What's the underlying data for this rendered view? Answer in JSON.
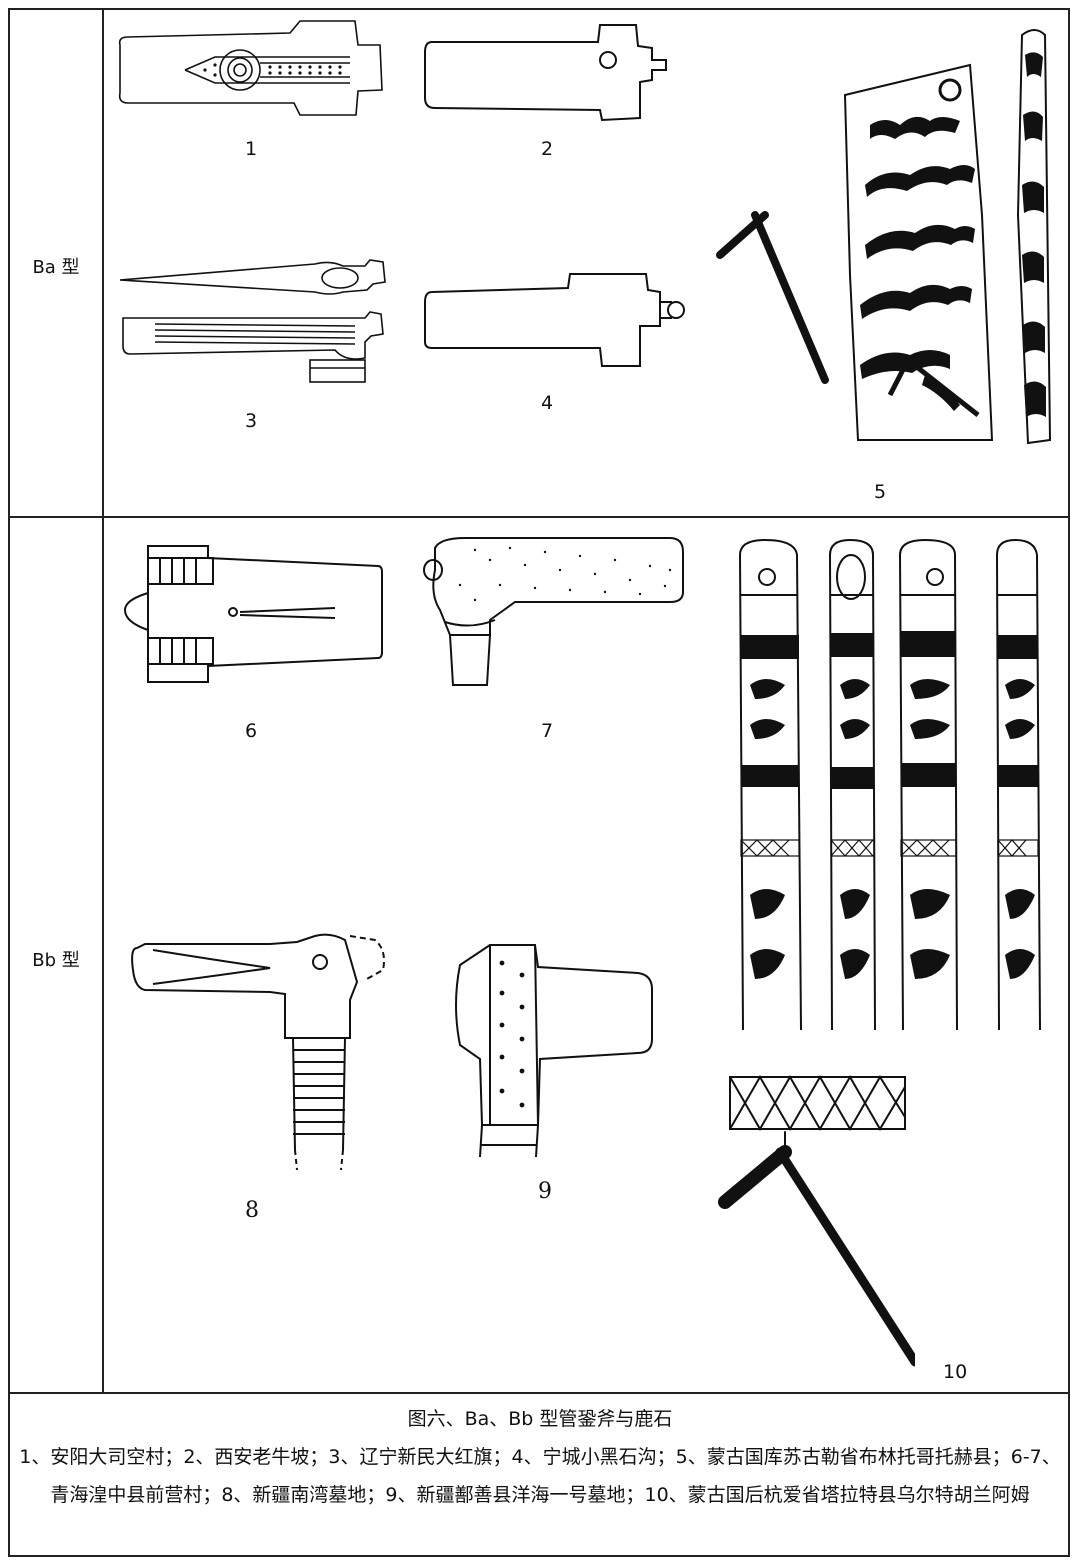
{
  "rows": {
    "ba_label": "Ba 型",
    "bb_label": "Bb 型"
  },
  "figure_numbers": {
    "n1": "1",
    "n2": "2",
    "n3": "3",
    "n4": "4",
    "n5": "5",
    "n6": "6",
    "n7": "7",
    "n8": "8",
    "n9": "9",
    "n10": "10"
  },
  "caption": {
    "title": "图六、Ba、Bb 型管銎斧与鹿石",
    "text": "1、安阳大司空村；2、西安老牛坡；3、辽宁新民大红旗；4、宁城小黑石沟；5、蒙古国库苏古勒省布林托哥托赫县；6-7、青海湟中县前营村；8、新疆南湾墓地；9、新疆鄯善县洋海一号墓地；10、蒙古国后杭爱省塔拉特县乌尔特胡兰阿姆"
  }
}
